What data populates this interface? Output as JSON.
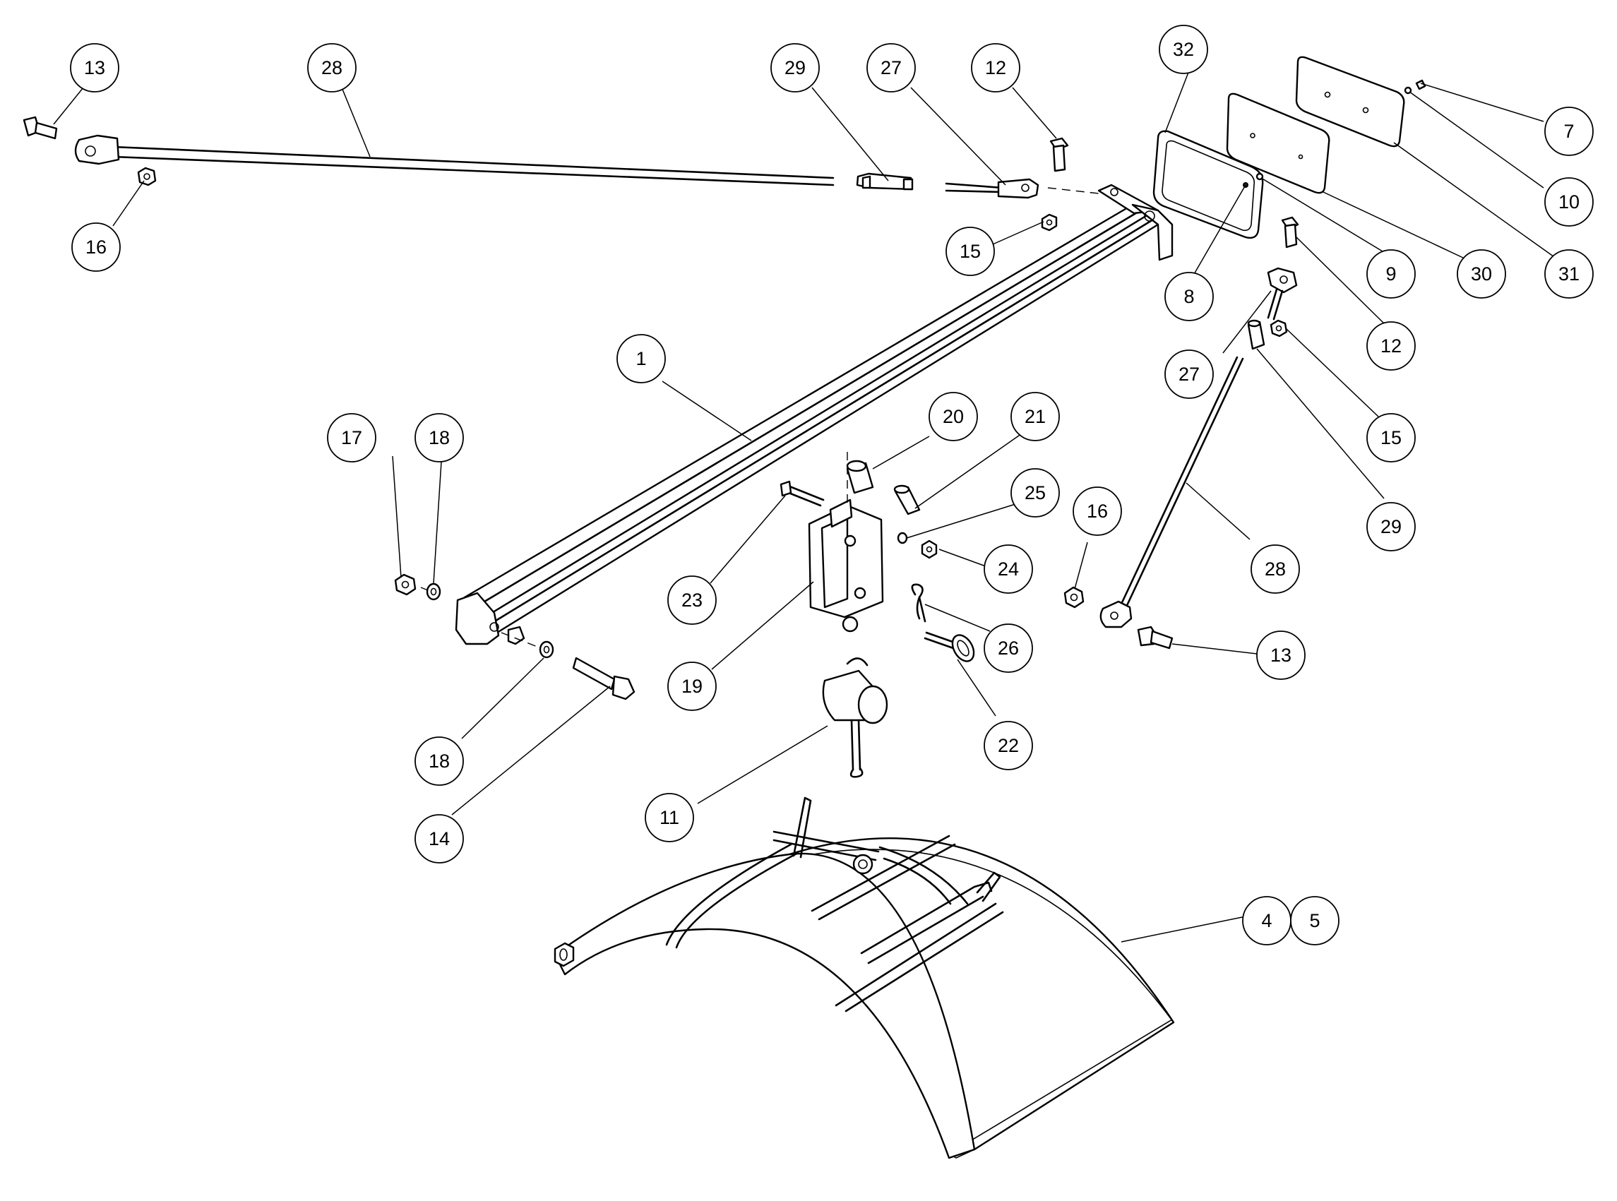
{
  "callouts": [
    {
      "id": "c13a",
      "label": "13"
    },
    {
      "id": "c28a",
      "label": "28"
    },
    {
      "id": "c16a",
      "label": "16"
    },
    {
      "id": "c29a",
      "label": "29"
    },
    {
      "id": "c27a",
      "label": "27"
    },
    {
      "id": "c12a",
      "label": "12"
    },
    {
      "id": "c15a",
      "label": "15"
    },
    {
      "id": "c32",
      "label": "32"
    },
    {
      "id": "c8",
      "label": "8"
    },
    {
      "id": "c7",
      "label": "7"
    },
    {
      "id": "c10",
      "label": "10"
    },
    {
      "id": "c9",
      "label": "9"
    },
    {
      "id": "c30",
      "label": "30"
    },
    {
      "id": "c31",
      "label": "31"
    },
    {
      "id": "c12b",
      "label": "12"
    },
    {
      "id": "c27b",
      "label": "27"
    },
    {
      "id": "c15b",
      "label": "15"
    },
    {
      "id": "c29b",
      "label": "29"
    },
    {
      "id": "c1",
      "label": "1"
    },
    {
      "id": "c17",
      "label": "17"
    },
    {
      "id": "c18a",
      "label": "18"
    },
    {
      "id": "c20",
      "label": "20"
    },
    {
      "id": "c21",
      "label": "21"
    },
    {
      "id": "c25",
      "label": "25"
    },
    {
      "id": "c16b",
      "label": "16"
    },
    {
      "id": "c24",
      "label": "24"
    },
    {
      "id": "c23",
      "label": "23"
    },
    {
      "id": "c28b",
      "label": "28"
    },
    {
      "id": "c19",
      "label": "19"
    },
    {
      "id": "c26",
      "label": "26"
    },
    {
      "id": "c13b",
      "label": "13"
    },
    {
      "id": "c18b",
      "label": "18"
    },
    {
      "id": "c22",
      "label": "22"
    },
    {
      "id": "c14",
      "label": "14"
    },
    {
      "id": "c11",
      "label": "11"
    },
    {
      "id": "c4",
      "label": "4"
    },
    {
      "id": "c5",
      "label": "5"
    }
  ]
}
